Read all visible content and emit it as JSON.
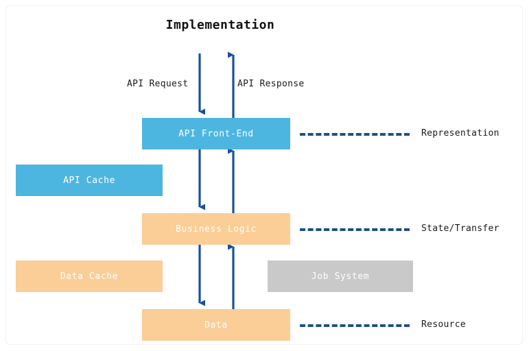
{
  "diagram": {
    "title": "Implementation",
    "nodes": [
      {
        "id": "api-front-end",
        "label": "API Front-End",
        "color": "#4db6e0"
      },
      {
        "id": "api-cache",
        "label": "API Cache",
        "color": "#4db6e0"
      },
      {
        "id": "business-logic",
        "label": "Business Logic",
        "color": "#fbcd97"
      },
      {
        "id": "data-cache",
        "label": "Data Cache",
        "color": "#fbcd97"
      },
      {
        "id": "job-system",
        "label": "Job System",
        "color": "#c9c9c9"
      },
      {
        "id": "data",
        "label": "Data",
        "color": "#fbcd97"
      }
    ],
    "arrow_labels": {
      "request": "API Request",
      "response": "API Response"
    },
    "side_labels": [
      {
        "id": "representation",
        "label": "Representation"
      },
      {
        "id": "state-transfer",
        "label": "State/Transfer"
      },
      {
        "id": "resource",
        "label": "Resource"
      }
    ],
    "colors": {
      "arrow": "#1a4fa0",
      "dashed_connector": "#1f4e8c",
      "text_on_node": "#ffffff",
      "label_text": "#1a1a1a",
      "canvas_border": "#f0f0f0"
    }
  }
}
